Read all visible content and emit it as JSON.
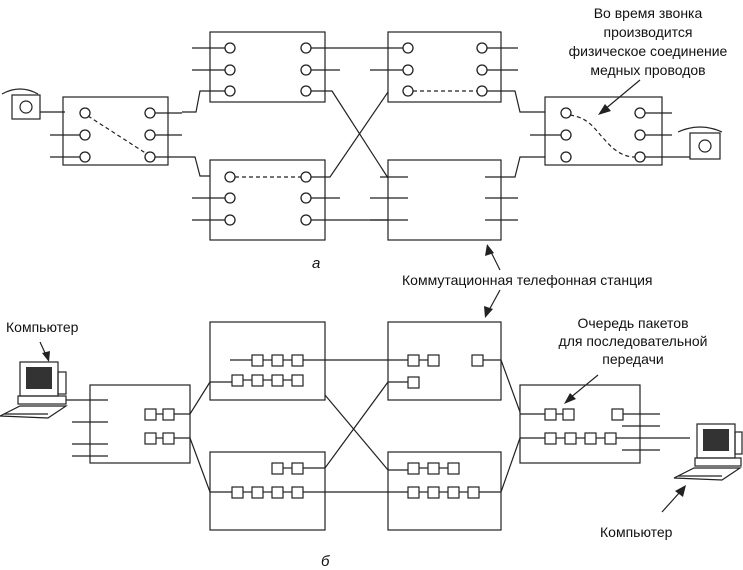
{
  "labels": {
    "call_note_l1": "Во время звонка",
    "call_note_l2": "производится",
    "call_note_l3": "физическое соединение",
    "call_note_l4": "медных проводов",
    "part_a": "а",
    "exchange": "Коммутационная телефонная станция",
    "computer_left": "Компьютер",
    "queue_l1": "Очередь пакетов",
    "queue_l2": "для последовательной",
    "queue_l3": "передачи",
    "computer_right": "Компьютер",
    "part_b": "б"
  }
}
